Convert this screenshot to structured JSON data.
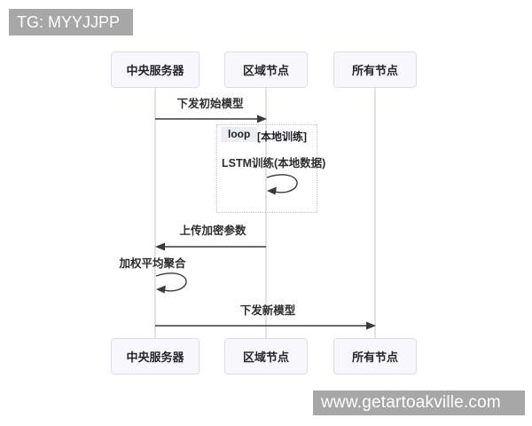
{
  "watermarks": {
    "top_left": "TG: MYYJJPP",
    "bottom_right": "www.getartoakville.com"
  },
  "colors": {
    "watermark_bg": "#a7a7a7",
    "watermark_text": "#ffffff",
    "actor_fill": "#f7f7fd",
    "actor_border": "#dcdcee",
    "lifeline": "#d8d8de",
    "arrow": "#3a3a3a",
    "loop_border": "#c3c3c3",
    "loop_tag_bg": "#ededf4"
  },
  "diagram": {
    "type": "sequence",
    "actors": [
      {
        "id": "central",
        "label": "中央服务器"
      },
      {
        "id": "regional",
        "label": "区域节点"
      },
      {
        "id": "all",
        "label": "所有节点"
      }
    ],
    "messages": [
      {
        "label": "下发初始模型",
        "from": "中央服务器",
        "to": "区域节点",
        "type": "arrow"
      },
      {
        "label": "LSTM训练(本地数据)",
        "from": "区域节点",
        "to": "区域节点",
        "type": "self",
        "in_loop": true
      },
      {
        "label": "上传加密参数",
        "from": "区域节点",
        "to": "中央服务器",
        "type": "arrow"
      },
      {
        "label": "加权平均聚合",
        "from": "中央服务器",
        "to": "中央服务器",
        "type": "self"
      },
      {
        "label": "下发新模型",
        "from": "中央服务器",
        "to": "所有节点",
        "type": "arrow"
      }
    ],
    "loop": {
      "keyword": "loop",
      "condition": "[本地训练]"
    }
  }
}
